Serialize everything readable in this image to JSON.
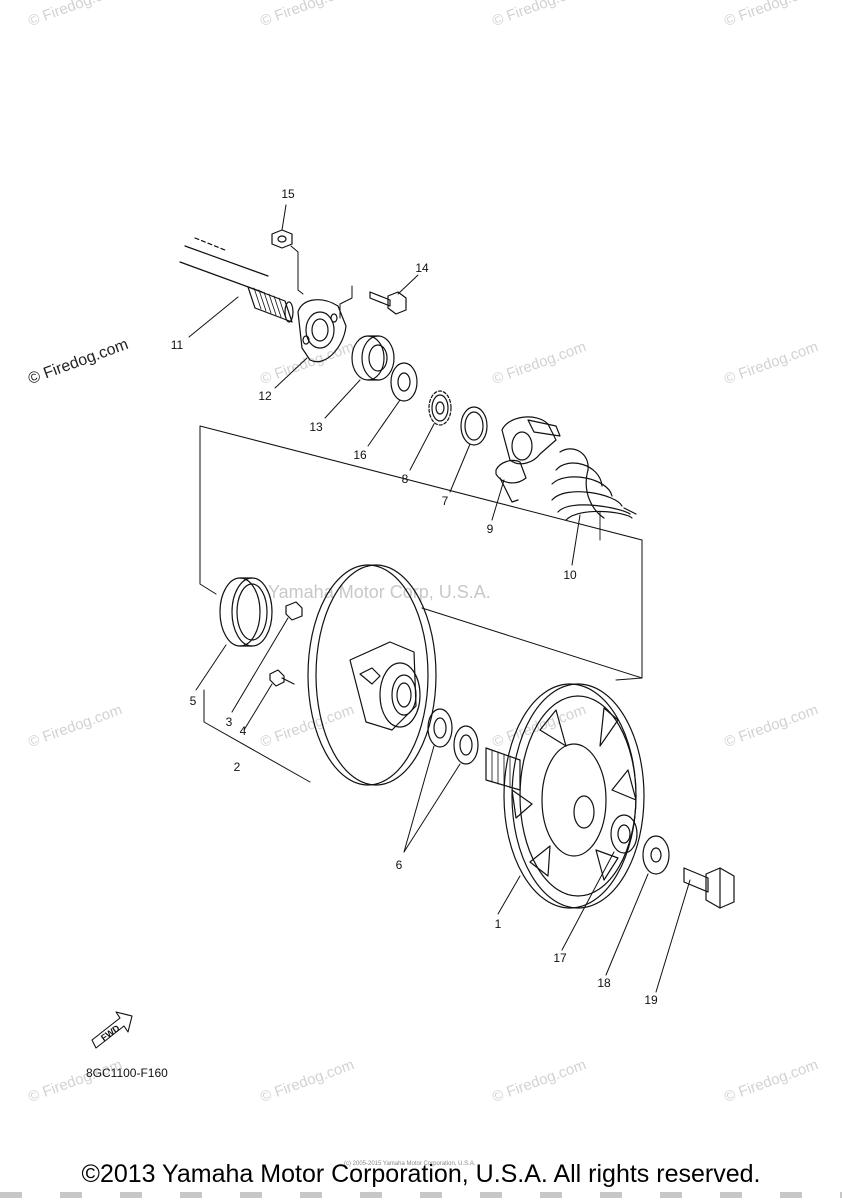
{
  "watermark_text": "© Firedog.com",
  "yamaha_watermark": "Yamaha Motor Corp, U.S.A.",
  "callouts": {
    "c1": "1",
    "c2": "2",
    "c3": "3",
    "c4": "4",
    "c5": "5",
    "c6": "6",
    "c7": "7",
    "c8": "8",
    "c9": "9",
    "c10": "10",
    "c11": "11",
    "c12": "12",
    "c13": "13",
    "c14": "14",
    "c15": "15",
    "c16": "16",
    "c17": "17",
    "c18": "18",
    "c19": "19"
  },
  "fwd_label": "FWD",
  "diagram_code": "8GC1100-F160",
  "small_note": "(c) 2005-2015 Yamaha Motor Corporation, U.S.A.",
  "copyright": "©2013 Yamaha Motor Corporation, U.S.A. All rights reserved.",
  "colors": {
    "line": "#111111",
    "watermark": "#d2d2d2"
  }
}
